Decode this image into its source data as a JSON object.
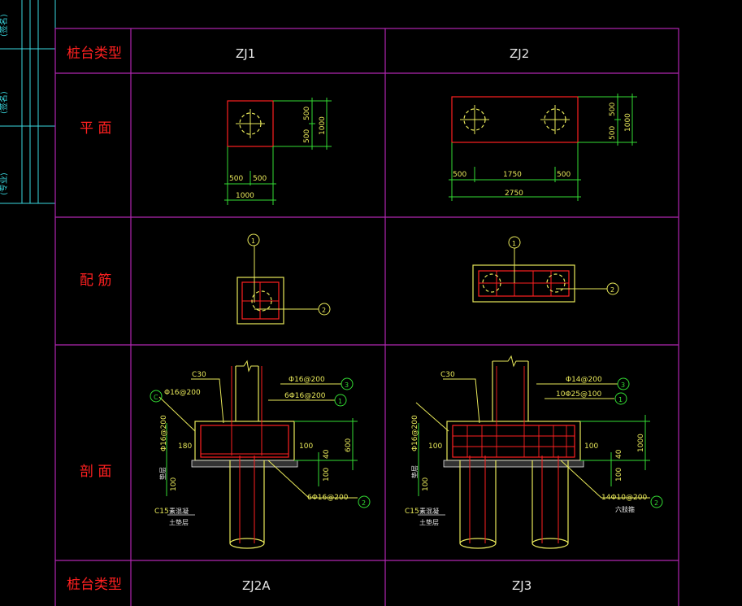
{
  "table": {
    "header_label": "桩台类型",
    "footer_label": "桩台类型",
    "columns": [
      "ZJ1",
      "ZJ2"
    ],
    "footer_columns": [
      "ZJ2A",
      "ZJ3"
    ],
    "rows": [
      "平 面",
      "配 筋",
      "剖 面"
    ]
  },
  "side_strip": {
    "labels": [
      "(签名)",
      "(签名)",
      "(专业)"
    ]
  },
  "plan_zj1": {
    "dims_right": [
      "500",
      "500",
      "1000"
    ],
    "dims_bottom": [
      "500",
      "500",
      "1000"
    ]
  },
  "plan_zj2": {
    "dims_right": [
      "500",
      "500",
      "1000"
    ],
    "dims_bottom": [
      "500",
      "1750",
      "500",
      "2750"
    ]
  },
  "rebar": {
    "zj1_markers": [
      "1",
      "2"
    ],
    "zj2_markers": [
      "1",
      "2"
    ]
  },
  "section_zj1": {
    "concrete": "C30",
    "top_bar": "Φ16@200",
    "bar_1": "6Φ16@200",
    "side_bar_left": "Φ16@200",
    "side_vertical": "Φ16@200",
    "bottom_bar": "6Φ16@200",
    "dim_180": "180",
    "dim_100_right": "100",
    "dim_40": "40",
    "dim_600": "600",
    "dim_100_bot": "100",
    "dim_100_left": "100",
    "left_tag": "垫层",
    "c15": "C15",
    "cushion": "素混凝",
    "cushion2": "土垫层",
    "markers": [
      "3",
      "1",
      "C",
      "2"
    ]
  },
  "section_zj2": {
    "concrete": "C30",
    "top_bar": "Φ14@200",
    "bar_1": "10Φ25@100",
    "side_vertical": "Φ16@200",
    "bottom_bar": "14Φ10@200",
    "bottom_note": "六肢箍",
    "dim_100_a": "100",
    "dim_100_b": "100",
    "dim_40": "40",
    "dim_1000": "1000",
    "dim_100_bot": "100",
    "dim_100_left": "100",
    "left_tag": "垫层",
    "c15": "C15",
    "cushion": "素混凝",
    "cushion2": "土垫层",
    "markers": [
      "3",
      "1",
      "2"
    ]
  },
  "colors": {
    "grid": "#b026b0",
    "outline_red": "#ff2020",
    "yellow": "#e8e85a",
    "white": "#e6e6e6",
    "cyan": "#3ad8e0",
    "green": "#33dd33"
  }
}
